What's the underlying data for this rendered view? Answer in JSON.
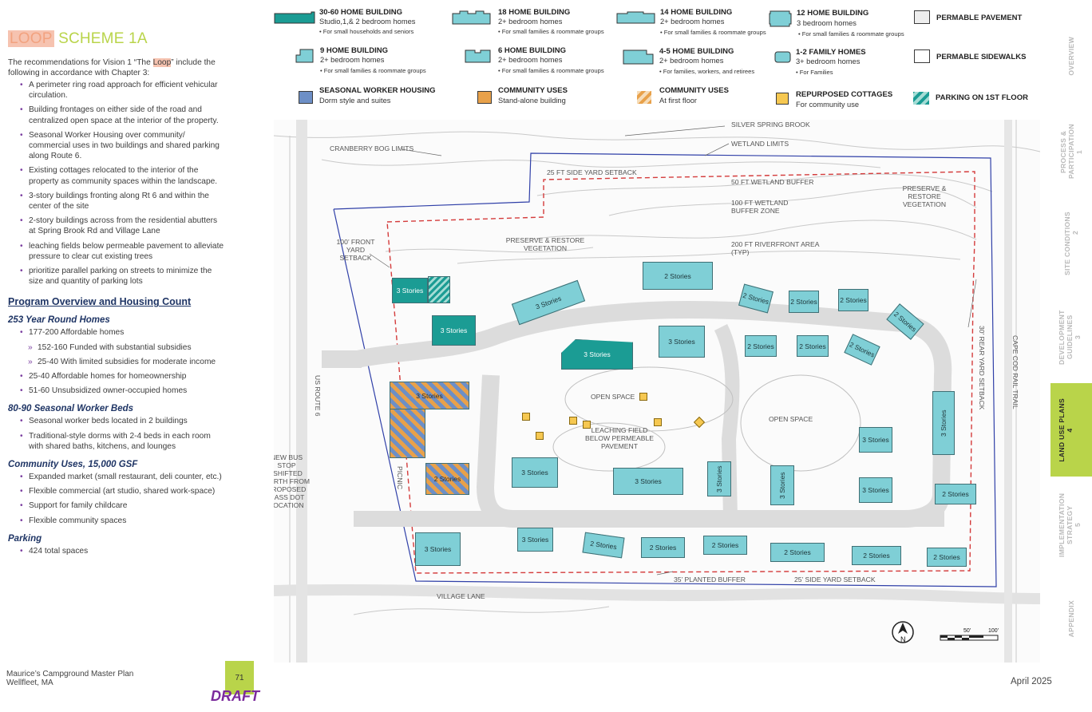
{
  "title": {
    "part1": "LOOP",
    "part2": " SCHEME 1A"
  },
  "intro": {
    "before": "The recommendations for Vision 1 “The ",
    "highlight": "Loop",
    "after": "” include the following in accordance with Chapter 3:"
  },
  "recommendations": [
    "A perimeter ring road approach for efficient vehicular circulation.",
    "Building frontages on either side of the road and centralized open space at the interior of the property.",
    "Seasonal Worker Housing over community/ commercial uses in two buildings and shared parking along Route 6.",
    "Existing cottages relocated to the interior of the property as community spaces within the landscape.",
    "3-story buildings fronting along Rt 6 and within the center of the site",
    "2-story buildings across from the residential abutters at Spring Brook Rd and Village Lane",
    "leaching fields below permeable pavement to alleviate pressure to clear cut existing trees",
    "prioritize parallel parking on streets to minimize the size and quantity of parking lots"
  ],
  "program": {
    "title": "Program Overview and Housing Count",
    "year_round": {
      "title": "253 Year Round Homes",
      "items": [
        {
          "text": "177-200 Affordable homes",
          "sub": false
        },
        {
          "text": "152-160 Funded with substantial subsidies",
          "sub": true
        },
        {
          "text": "25-40 With limited subsidies for moderate income",
          "sub": true
        },
        {
          "text": "25-40 Affordable homes for homeownership",
          "sub": false
        },
        {
          "text": "51-60 Unsubsidized owner-occupied homes",
          "sub": false
        }
      ]
    },
    "seasonal": {
      "title": "80-90 Seasonal Worker Beds",
      "items": [
        "Seasonal worker beds located in 2 buildings",
        "Traditional-style dorms with 2-4 beds in each room with shared baths, kitchens, and lounges"
      ]
    },
    "community": {
      "title": "Community Uses, 15,000 GSF",
      "items": [
        "Expanded market (small restaurant, deli counter, etc.)",
        "Flexible commercial (art studio, shared work-space)",
        "Support for family childcare",
        "Flexible community spaces"
      ]
    },
    "parking": {
      "title": "Parking",
      "items": [
        "424 total spaces"
      ]
    }
  },
  "footer": {
    "plan": "Maurice’s Campground Master Plan",
    "location": "Wellfleet, MA",
    "page": "71",
    "draft": "DRAFT",
    "date": "April 2025"
  },
  "legend": {
    "b3060": {
      "title": "30-60 HOME BUILDING",
      "sub": "Studio,1,& 2 bedroom homes",
      "note": "• For small households and seniors"
    },
    "b18": {
      "title": "18 HOME BUILDING",
      "sub": "2+ bedroom homes",
      "note": "• For small families & roommate groups"
    },
    "b14": {
      "title": "14 HOME BUILDING",
      "sub": "2+ bedroom homes",
      "note": "• For small families & roommate groups"
    },
    "b12": {
      "title": "12 HOME BUILDING",
      "sub": "3 bedroom homes",
      "note": "• For small families & roommate groups"
    },
    "perm_pave": {
      "title": "PERMABLE PAVEMENT"
    },
    "b9": {
      "title": "9 HOME BUILDING",
      "sub": "2+ bedroom homes",
      "note": "• For small families & roommate groups"
    },
    "b6": {
      "title": "6 HOME BUILDING",
      "sub": "2+ bedroom homes",
      "note": "• For small families & roommate groups"
    },
    "b45": {
      "title": "4-5 HOME BUILDING",
      "sub": "2+ bedroom homes",
      "note": "• For families, workers, and retirees"
    },
    "b12fam": {
      "title": "1-2 FAMILY HOMES",
      "sub": "3+ bedroom homes",
      "note": "• For Families"
    },
    "perm_side": {
      "title": "PERMABLE SIDEWALKS"
    },
    "seasonal": {
      "title": "SEASONAL WORKER HOUSING",
      "sub": "Dorm style and suites"
    },
    "comm_standalone": {
      "title": "COMMUNITY USES",
      "sub": "Stand-alone building"
    },
    "comm_first": {
      "title": "COMMUNITY USES",
      "sub": "At first floor"
    },
    "cottages": {
      "title": "REPURPOSED COTTAGES",
      "sub": "For community use"
    },
    "parking1": {
      "title": "PARKING ON 1ST FLOOR"
    },
    "colors": {
      "teal_dark": "#1b9c94",
      "teal_light": "#7fcfd6",
      "seasonal_blue": "#6d8fc6",
      "community_orange": "#e8a14a",
      "cottage_yellow": "#f6c851"
    }
  },
  "tabs": [
    {
      "label": "OVERVIEW",
      "num": "",
      "active": false
    },
    {
      "label": "PROCESS & PARTICIPATION",
      "num": "1",
      "active": false
    },
    {
      "label": "SITE CONDITIONS",
      "num": "2",
      "active": false
    },
    {
      "label": "DEVELOPMENT GUIDELINES",
      "num": "3",
      "active": false
    },
    {
      "label": "LAND USE PLANS",
      "num": "4",
      "active": true
    },
    {
      "label": "IMPLEMENTATION STRATEGY",
      "num": "5",
      "active": false
    },
    {
      "label": "APPENDIX",
      "num": "",
      "active": false
    }
  ],
  "map": {
    "labels": {
      "silver_spring": "SILVER SPRING BROOK",
      "wetland_limits": "WETLAND LIMITS",
      "cranberry": "CRANBERRY BOG LIMITS",
      "side_setback_top": "25 FT SIDE YARD SETBACK",
      "wetland_buffer": "50 FT WETLAND BUFFER",
      "preserve_right": "PRESERVE & RESTORE VEGETATION",
      "wetland_100": "100 FT WETLAND BUFFER ZONE",
      "front_setback": "100’ FRONT YARD SETBACK",
      "preserve_left": "PRESERVE & RESTORE VEGETATION",
      "riverfront": "200 FT RIVERFRONT AREA (TYP)",
      "rear_setback": "30’ REAR YARD SETBACK",
      "rail_trail": "CAPE COD RAIL TRAIL",
      "us_route": "US ROUTE 6",
      "open_space_center": "OPEN SPACE",
      "open_space_right": "OPEN SPACE",
      "leaching": "LEACHING FIELD BELOW PERMEABLE PAVEMENT",
      "bus_stop": "NEW BUS STOP (SHIFTED NORTH FROM PROPOSED MASS DOT LOCATION",
      "picnic": "PICNIC",
      "planted_buffer": "35’ PLANTED BUFFER",
      "side_setback_bottom": "25’ SIDE YARD SETBACK",
      "village_lane": "VILLAGE LANE",
      "north": "N",
      "scale_50": "50’",
      "scale_100": "100’"
    },
    "stories3": "3 Stories",
    "stories2": "2 Stories"
  }
}
